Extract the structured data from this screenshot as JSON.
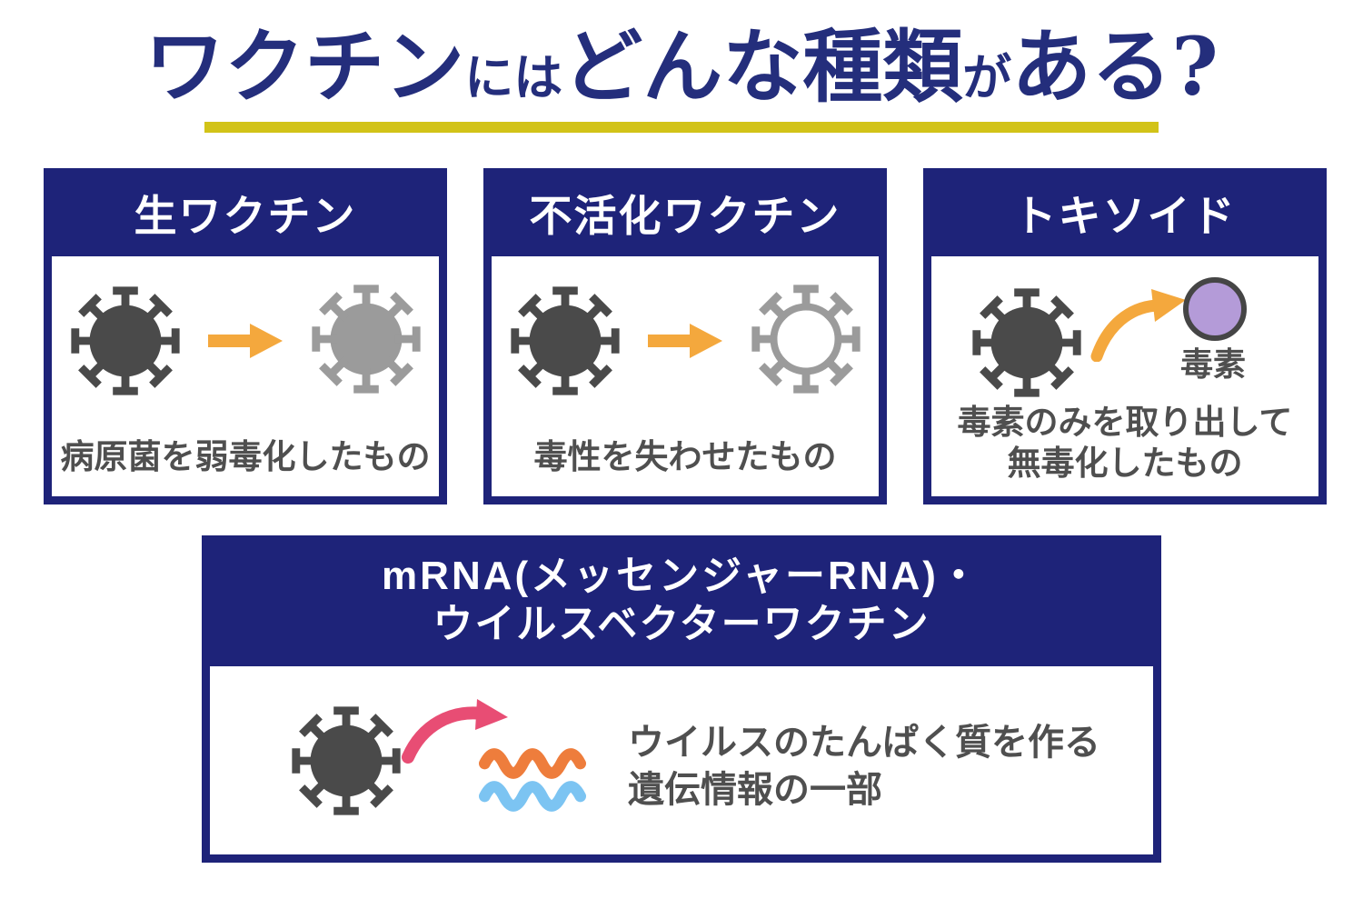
{
  "colors": {
    "navy": "#1e2379",
    "title_text": "#242e7c",
    "underline_yellow": "#d2c318",
    "virus_dark": "#4a4a4a",
    "virus_gray": "#9b9b9b",
    "arrow_orange": "#f4a83d",
    "arrow_pink": "#e84d74",
    "toxin_purple": "#b49bd8",
    "toxin_border": "#454545",
    "wave_orange": "#ee7d3c",
    "wave_blue": "#7cc4f2",
    "caption_gray": "#4f4f4f"
  },
  "title": {
    "segments": [
      {
        "text": "ワクチン"
      },
      {
        "text": "には"
      },
      {
        "text": "どんな種類"
      },
      {
        "text": "が"
      },
      {
        "text": "ある?"
      }
    ]
  },
  "cards": [
    {
      "title": "生ワクチン",
      "caption": "病原菌を弱毒化したもの",
      "icons": [
        "virus-icon-dark",
        "arrow-right-icon",
        "virus-icon-gray"
      ]
    },
    {
      "title": "不活化ワクチン",
      "caption": "毒性を失わせたもの",
      "icons": [
        "virus-icon-dark",
        "arrow-right-icon",
        "virus-icon-outline"
      ]
    },
    {
      "title": "トキソイド",
      "toxin_label": "毒素",
      "caption_line1": "毒素のみを取り出して",
      "caption_line2": "無毒化したもの",
      "icons": [
        "virus-icon-dark",
        "curved-arrow-icon",
        "toxin-circle-icon"
      ]
    }
  ],
  "mrna_card": {
    "title_line1": "mRNA(メッセンジャーRNA)・",
    "title_line2": "ウイルスベクターワクチン",
    "caption_line1": "ウイルスのたんぱく質を作る",
    "caption_line2": "遺伝情報の一部",
    "icons": [
      "virus-icon-dark",
      "curved-arrow-icon-pink",
      "wave-icon-orange",
      "wave-icon-blue"
    ]
  }
}
